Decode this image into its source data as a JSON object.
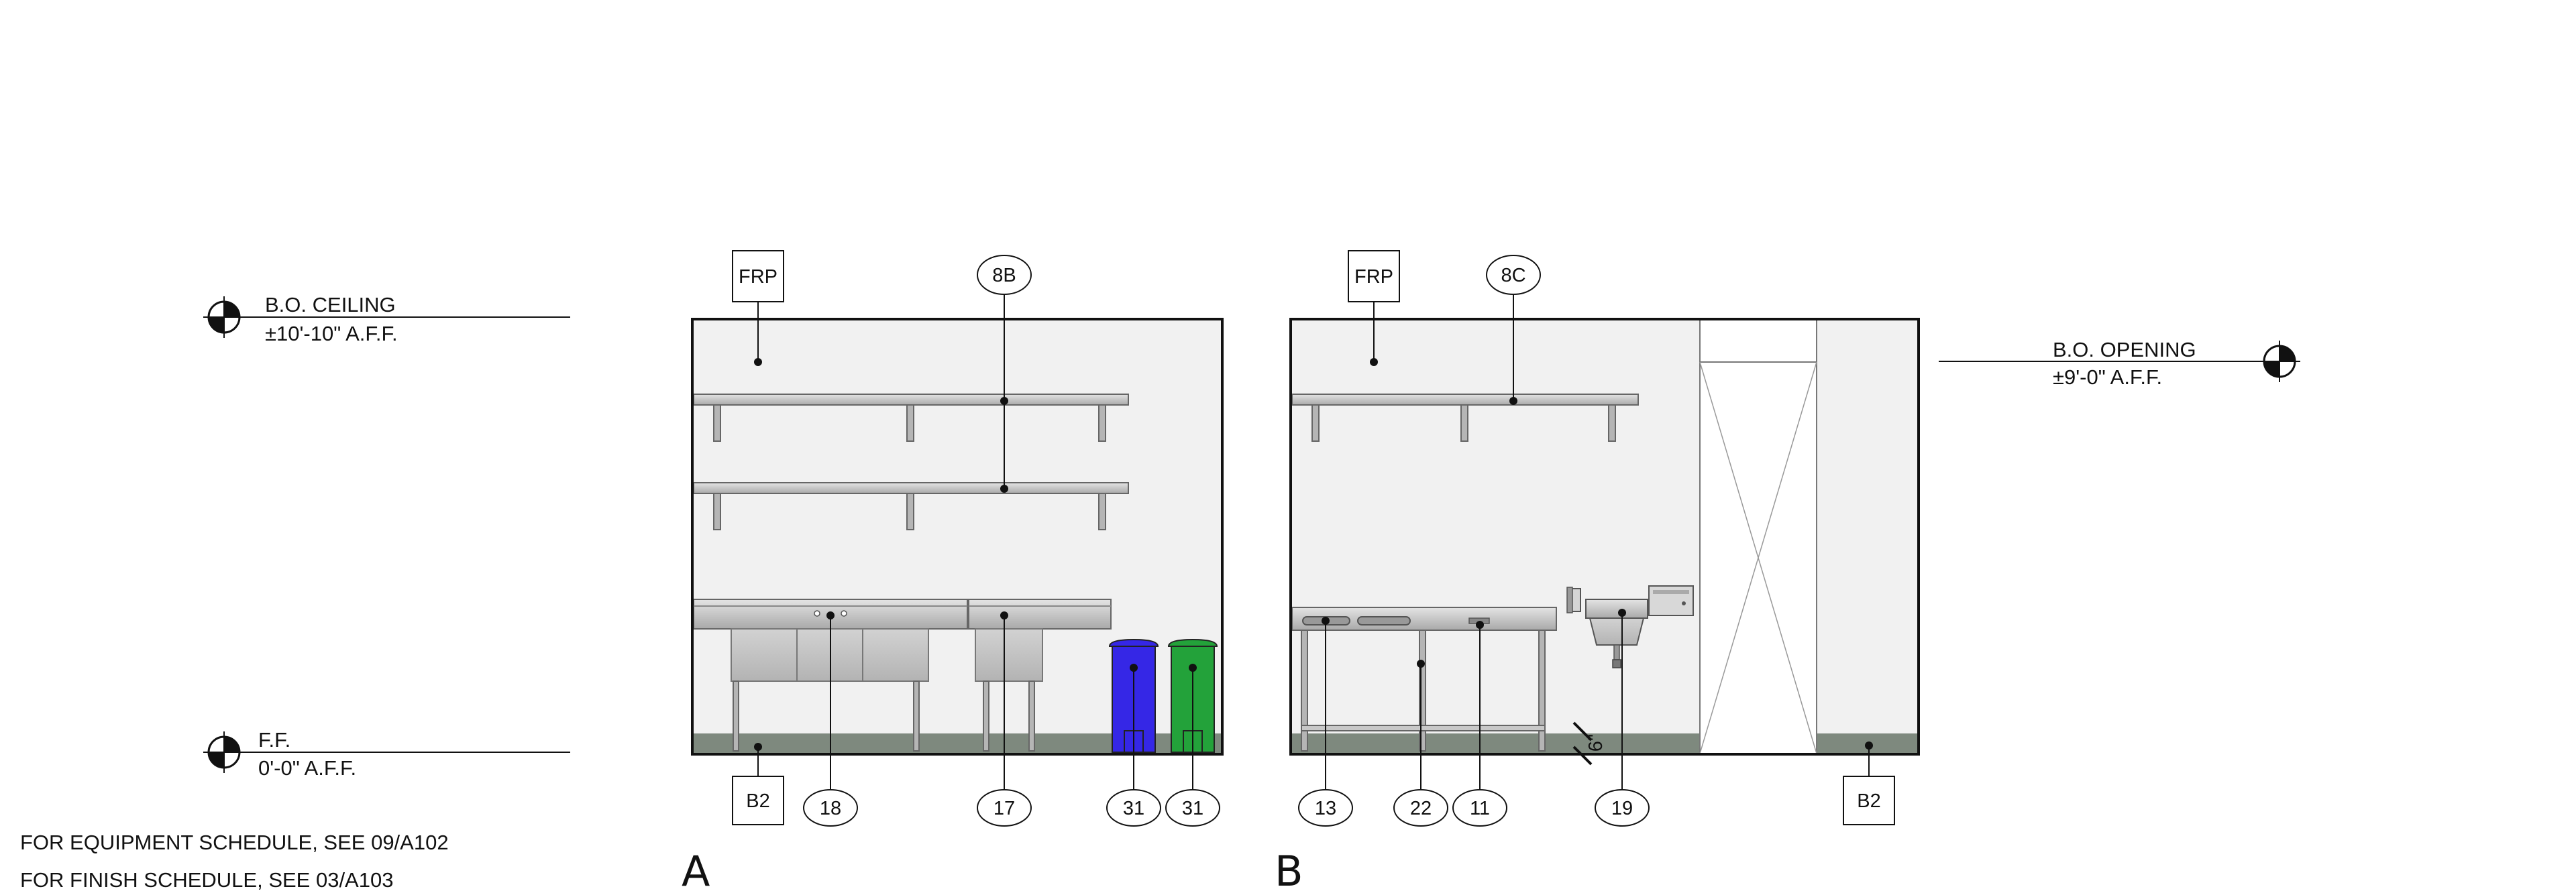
{
  "levels": {
    "ceiling": {
      "name": "B.O. CEILING",
      "height": "±10'-10\" A.F.F."
    },
    "floor": {
      "name": "F.F.",
      "height": "0'-0\" A.F.F."
    },
    "opening": {
      "name": "B.O. OPENING",
      "height": "±9'-0\" A.F.F."
    }
  },
  "notes": {
    "equipment": "FOR EQUIPMENT SCHEDULE, SEE 09/A102",
    "finish": "FOR FINISH SCHEDULE, SEE 03/A103"
  },
  "elevation_a": {
    "view_label": "A",
    "wall_finish_tag": "FRP",
    "base_tag": "B2",
    "shelf_tag": "8B",
    "equipment_tags": [
      "18",
      "17",
      "31",
      "31"
    ]
  },
  "elevation_b": {
    "view_label": "B",
    "wall_finish_tag": "FRP",
    "base_tag": "B2",
    "shelf_tag": "8C",
    "equipment_tags": [
      "13",
      "22",
      "11",
      "19"
    ],
    "dimension": "6\""
  },
  "colors": {
    "wall": "#f1f1f1",
    "base": "#7e897e",
    "bin_blue": "#3527e6",
    "bin_green": "#23a23a",
    "steel": "#bdbdbd"
  }
}
